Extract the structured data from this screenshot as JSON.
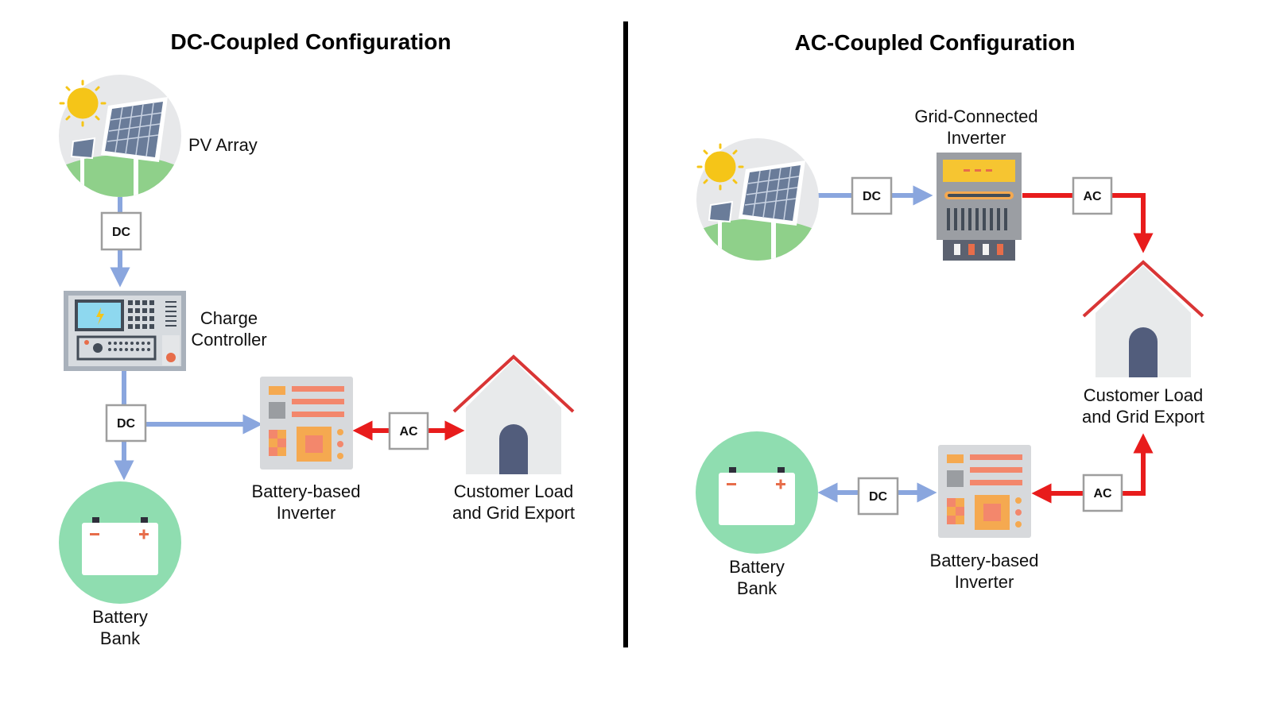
{
  "colors": {
    "dc_line": "#8aa6de",
    "ac_line": "#e81c1c",
    "divider": "#000000",
    "tag_border": "#9e9e9e"
  },
  "left": {
    "title": "DC-Coupled Configuration",
    "pv_label": "PV Array",
    "charge_controller_label": [
      "Charge",
      "Controller"
    ],
    "inverter_label": [
      "Battery-based",
      "Inverter"
    ],
    "load_label": [
      "Customer Load",
      "and Grid Export"
    ],
    "battery_label": [
      "Battery",
      "Bank"
    ],
    "tags": {
      "dc_top": "DC",
      "dc_mid": "DC",
      "ac": "AC"
    }
  },
  "right": {
    "title": "AC-Coupled Configuration",
    "grid_inverter_label": [
      "Grid-Connected",
      "Inverter"
    ],
    "load_label": [
      "Customer Load",
      "and Grid Export"
    ],
    "inverter_label": [
      "Battery-based",
      "Inverter"
    ],
    "battery_label": [
      "Battery",
      "Bank"
    ],
    "tags": {
      "dc_top": "DC",
      "ac_top": "AC",
      "dc_bottom": "DC",
      "ac_bottom": "AC"
    }
  },
  "icons": {
    "pv": "solar-panel-icon",
    "charge_controller": "charge-controller-icon",
    "inverter": "inverter-icon",
    "grid_inverter": "grid-inverter-icon",
    "house": "house-icon",
    "battery": "battery-icon"
  }
}
